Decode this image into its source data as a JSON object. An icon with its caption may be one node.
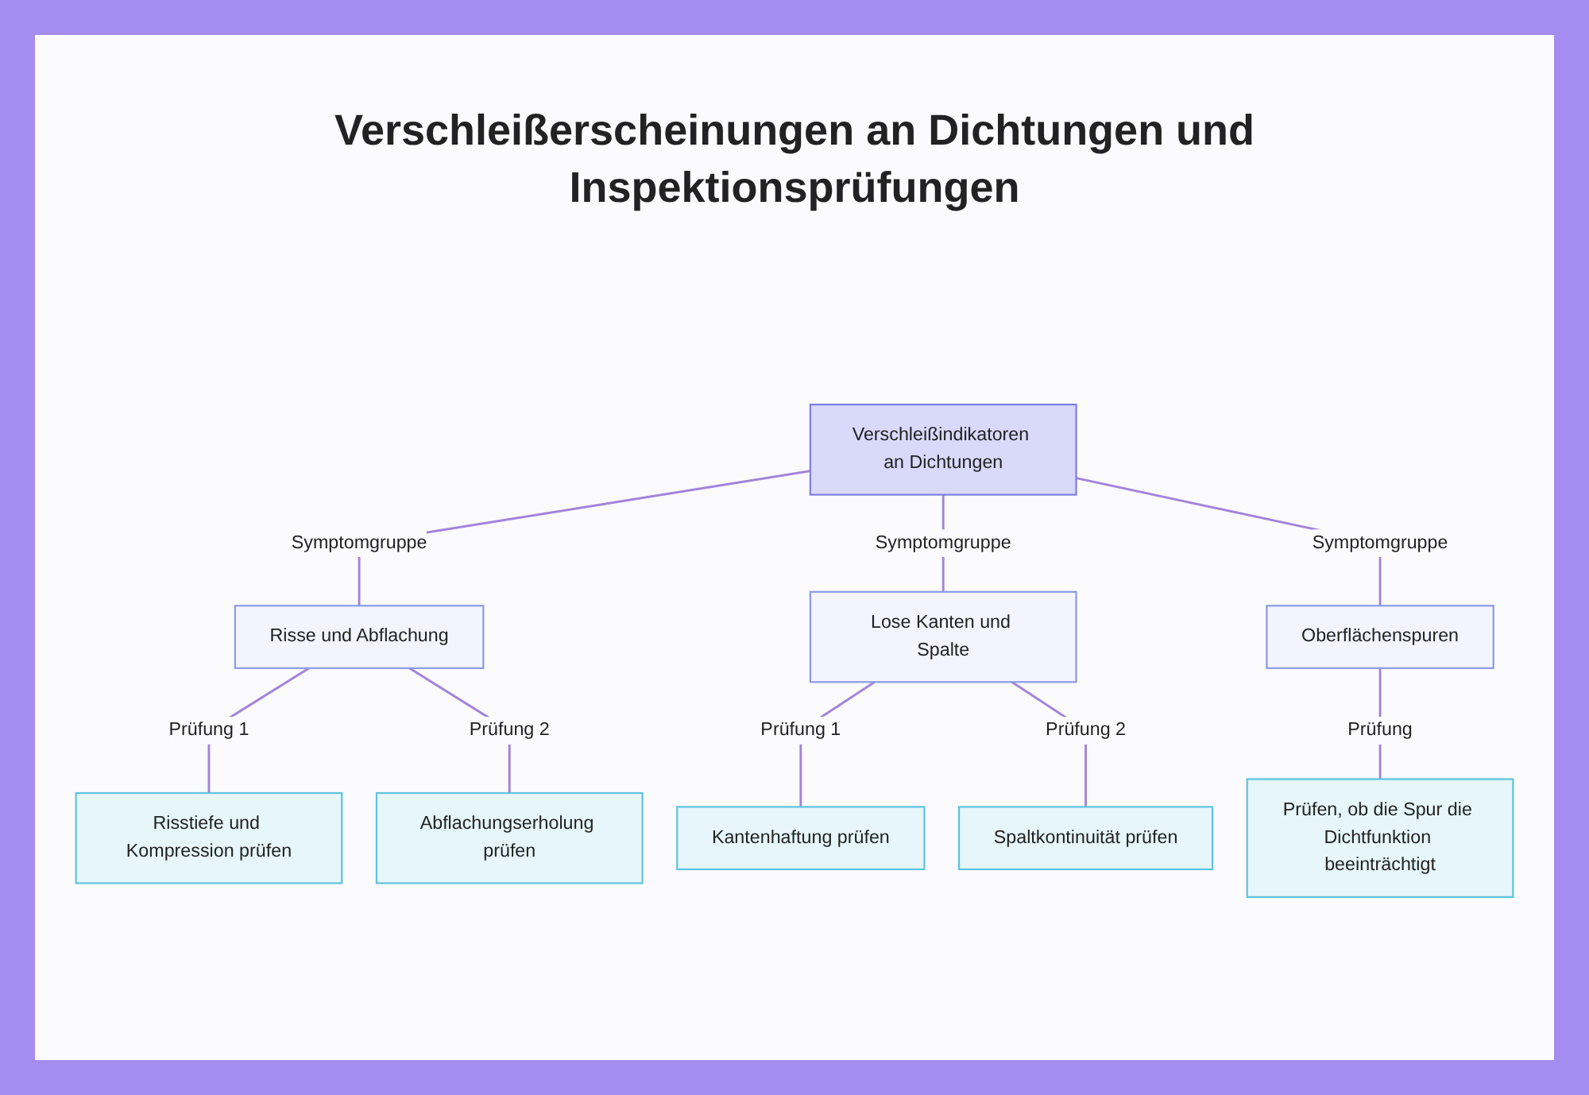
{
  "diagram": {
    "title": "Verschleißerscheinungen an Dichtungen und Inspektionsprüfungen",
    "nodes": [
      {
        "text": [
          "Verschleißindikatoren an Dichtungen"
        ]
      },
      {
        "text": [
          "Risse und Abflachung"
        ]
      },
      {
        "text": [
          "Lose Kanten und Spalte"
        ]
      },
      {
        "text": [
          "Oberflächenspuren"
        ]
      },
      {
        "text": [
          "Risstiefe und Kompression prüfen"
        ]
      },
      {
        "text": [
          "Abflachungserholung prüfen"
        ]
      },
      {
        "text": [
          "Kantenhaftung prüfen"
        ]
      },
      {
        "text": [
          "Spaltkontinuität prüfen"
        ]
      },
      {
        "text": [
          "Prüfen, ob die Spur die Dichtfunktion beeinträchtigt"
        ]
      }
    ],
    "edges": [
      {
        "from": 0,
        "to": 1,
        "arrow": "none",
        "label": "Symptomgruppe"
      },
      {
        "from": 0,
        "to": 2,
        "arrow": "none",
        "label": "Symptomgruppe"
      },
      {
        "from": 0,
        "to": 3,
        "arrow": "none",
        "label": "Symptomgruppe"
      },
      {
        "from": 1,
        "to": 4,
        "arrow": "none",
        "label": "Prüfung 1"
      },
      {
        "from": 1,
        "to": 5,
        "arrow": "none",
        "label": "Prüfung 2"
      },
      {
        "from": 2,
        "to": 6,
        "arrow": "none",
        "label": "Prüfung 1"
      },
      {
        "from": 2,
        "to": 7,
        "arrow": "none",
        "label": "Prüfung 2"
      },
      {
        "from": 3,
        "to": 8,
        "arrow": "none",
        "label": "Prüfung"
      }
    ]
  }
}
